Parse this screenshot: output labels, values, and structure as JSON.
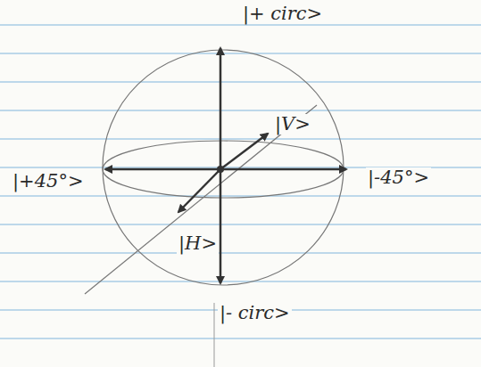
{
  "diagram": {
    "labels": [
      "|+ circ>",
      "|V>",
      "|-45°>",
      "|+45°>",
      "|H>",
      "|- circ>"
    ]
  }
}
